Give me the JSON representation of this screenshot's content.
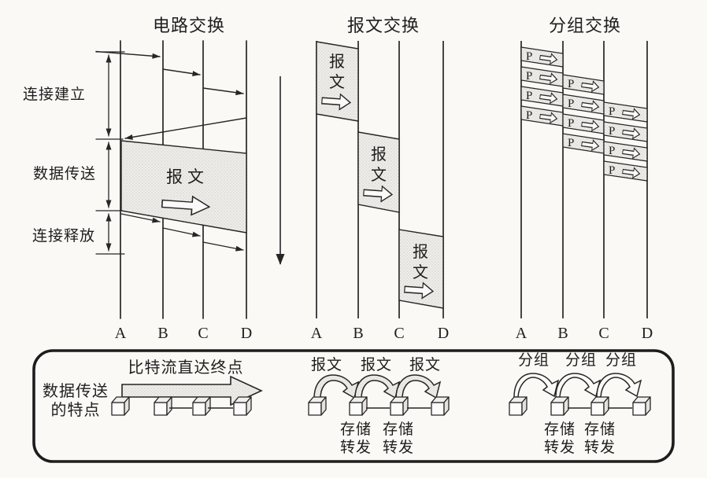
{
  "headers": {
    "circuit": "电路交换",
    "message": "报文交换",
    "packet": "分组交换"
  },
  "circuit": {
    "phases": {
      "setup": "连接建立",
      "data_transfer": "数据传送",
      "release": "连接释放"
    },
    "message_label": "报文"
  },
  "message": {
    "band_label_chars": [
      "报",
      "文"
    ]
  },
  "packet": {
    "packet_label": "P"
  },
  "node_labels": [
    "A",
    "B",
    "C",
    "D"
  ],
  "legend": {
    "row_label_lines": [
      "数据传送",
      "的特点"
    ],
    "circuit_caption": "比特流直达终点",
    "message_hops": [
      "报文",
      "报文",
      "报文"
    ],
    "packet_hops": [
      "分组",
      "分组",
      "分组"
    ],
    "store_forward": [
      "存储",
      "转发"
    ]
  },
  "colors": {
    "ink": "#262626",
    "stipple_fill": "#efedea",
    "stipple_dot": "#b3afa9",
    "background": "#faf9f6"
  }
}
